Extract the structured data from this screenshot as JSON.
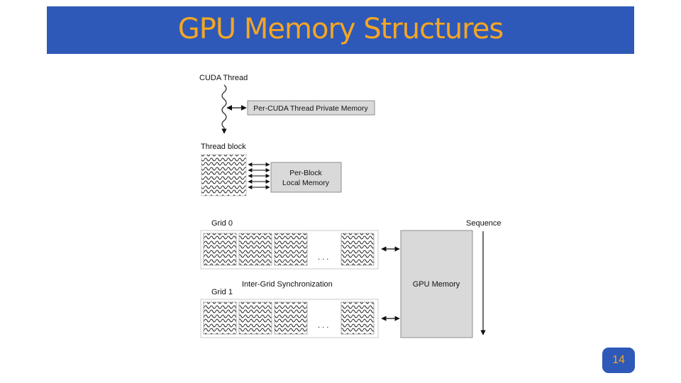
{
  "slide": {
    "title": "GPU Memory Structures",
    "page_number": "14"
  },
  "diagram": {
    "cuda_thread_label": "CUDA Thread",
    "private_memory_label": "Per-CUDA Thread Private Memory",
    "thread_block_label": "Thread block",
    "block_memory_line1": "Per-Block",
    "block_memory_line2": "Local Memory",
    "grid0_label": "Grid 0",
    "grid1_label": "Grid 1",
    "sequence_label": "Sequence",
    "sync_label": "Inter-Grid Synchronization",
    "gpu_memory_label": "GPU Memory",
    "ellipsis": ". . ."
  },
  "colors": {
    "title_bar": "#2e59b8",
    "title_text": "#f5a623",
    "memory_box": "#d9d9d9"
  }
}
